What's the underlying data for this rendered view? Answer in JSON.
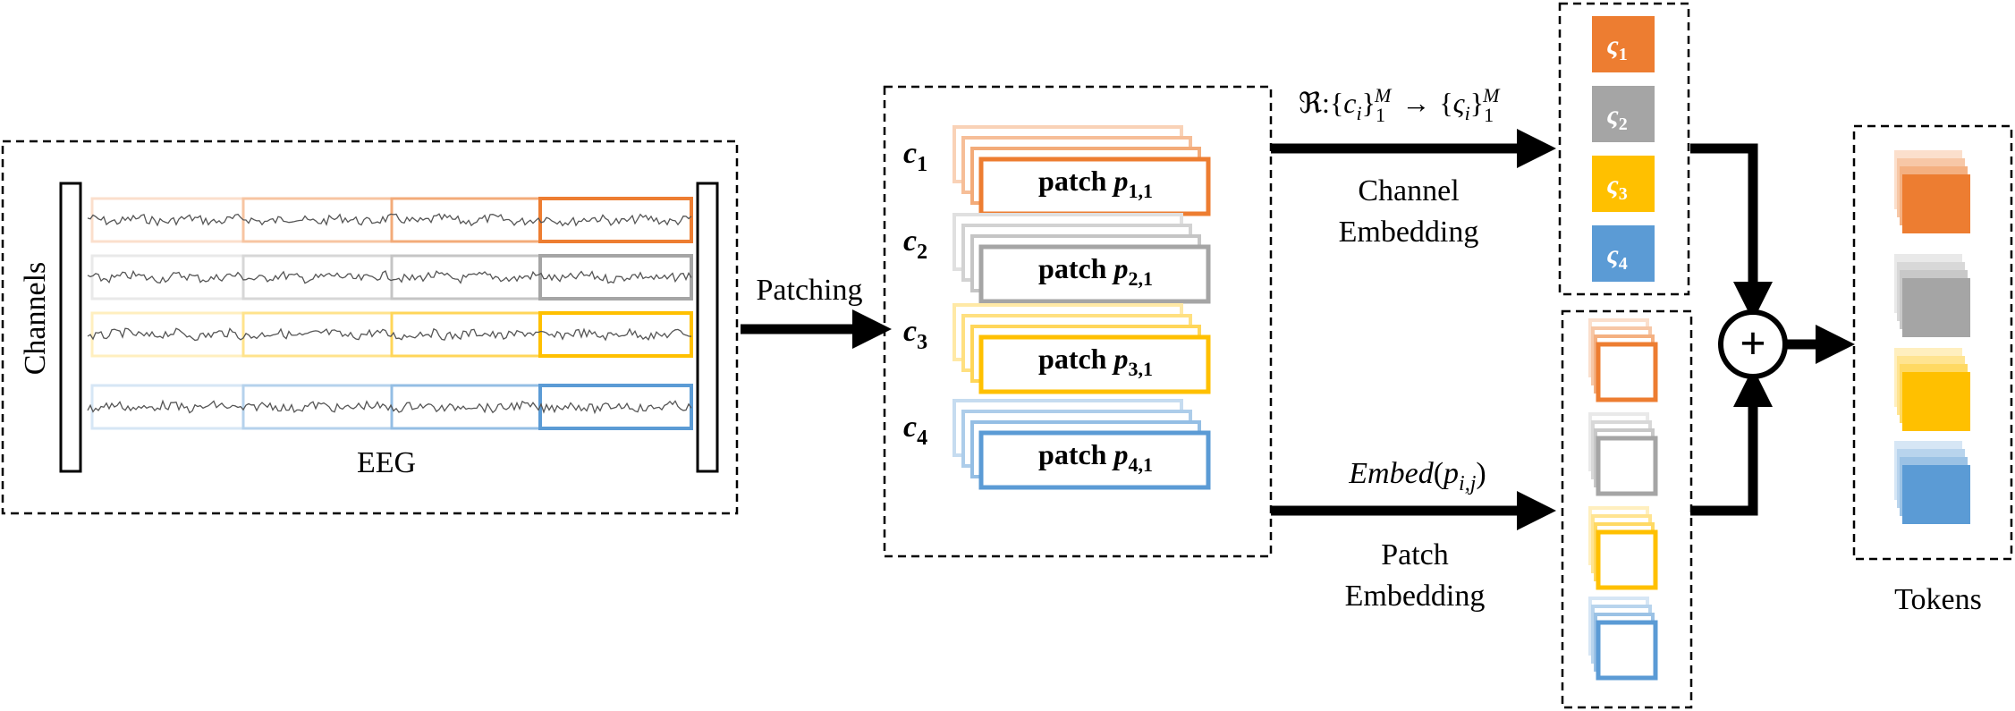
{
  "labels": {
    "channels": "Channels",
    "eeg": "EEG",
    "patching": "Patching",
    "patch_word": "patch",
    "channel_embedding_line1": "Channel",
    "channel_embedding_line2": "Embedding",
    "patch_embedding_line1": "Patch",
    "patch_embedding_line2": "Embedding",
    "tokens": "Tokens",
    "plus": "+"
  },
  "formula_mapping": {
    "R": "ℜ",
    "colon": ":",
    "c": "c",
    "i": "i",
    "one": "1",
    "M": "M",
    "arrow": "→",
    "varsigma": "ς",
    "lbrace": "{",
    "rbrace": "}"
  },
  "formula_embed": {
    "name": "Embed",
    "open": "(",
    "p": "p",
    "sub": "i,j",
    "close": ")"
  },
  "channels": [
    {
      "c_base": "c",
      "c_sub": "1",
      "patch_main": "p",
      "patch_sub": "1,1",
      "sigma": "ς",
      "sigma_sub": "1",
      "color": "#ED7D31",
      "light": "#F8CBAD"
    },
    {
      "c_base": "c",
      "c_sub": "2",
      "patch_main": "p",
      "patch_sub": "2,1",
      "sigma": "ς",
      "sigma_sub": "2",
      "color": "#A5A5A5",
      "light": "#DBDBDB"
    },
    {
      "c_base": "c",
      "c_sub": "3",
      "patch_main": "p",
      "patch_sub": "3,1",
      "sigma": "ς",
      "sigma_sub": "3",
      "color": "#FFC000",
      "light": "#FFE699"
    },
    {
      "c_base": "c",
      "c_sub": "4",
      "patch_main": "p",
      "patch_sub": "4,1",
      "sigma": "ς",
      "sigma_sub": "4",
      "color": "#5B9BD5",
      "light": "#BDD7EE"
    }
  ]
}
